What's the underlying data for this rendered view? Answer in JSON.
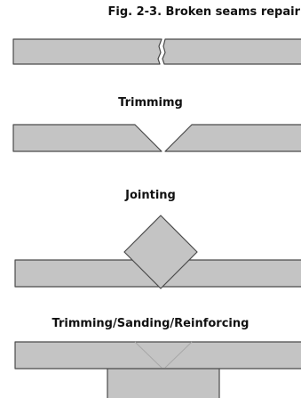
{
  "figure": {
    "title": "Fig. 2-3. Broken seams repair",
    "step_trimming": "Trimmimg",
    "step_jointing": "Jointing",
    "step_final": "Trimming/Sanding/Reinforcing"
  },
  "colors": {
    "plate_fill": "#c4c4c4",
    "plate_stroke": "#4a4a4a",
    "text": "#111111"
  }
}
